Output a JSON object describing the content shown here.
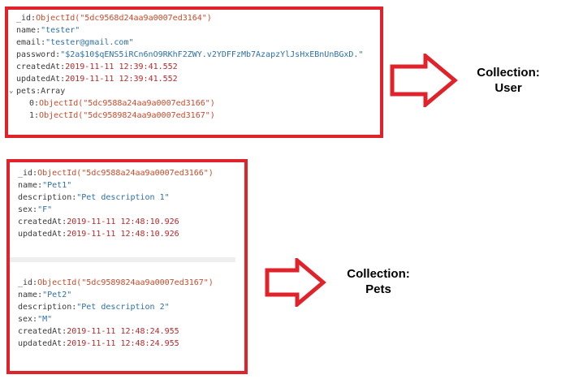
{
  "user_doc": {
    "id_key": "_id:",
    "id_val": "ObjectId(\"5dc9568d24aa9a0007ed3164\")",
    "name_key": "name:",
    "name_val": "\"tester\"",
    "email_key": "email:",
    "email_val": "\"tester@gmail.com\"",
    "password_key": "password:",
    "password_val": "\"$2a$10$qENS5iRCn6nO9RKhF2ZWY.v2YDFFzMb7AzapzYlJsHxEBnUnBGxD.\"",
    "createdAt_key": "createdAt:",
    "createdAt_val": "2019-11-11 12:39:41.552",
    "updatedAt_key": "updatedAt:",
    "updatedAt_val": "2019-11-11 12:39:41.552",
    "pets_key": "pets:",
    "pets_type": "Array",
    "pets": [
      {
        "index": "0:",
        "value": "ObjectId(\"5dc9588a24aa9a0007ed3166\")"
      },
      {
        "index": "1:",
        "value": "ObjectId(\"5dc9589824aa9a0007ed3167\")"
      }
    ]
  },
  "pet_docs": [
    {
      "id_key": "_id:",
      "id_val": "ObjectId(\"5dc9588a24aa9a0007ed3166\")",
      "name_key": "name:",
      "name_val": "\"Pet1\"",
      "description_key": "description:",
      "description_val": "\"Pet description 1\"",
      "sex_key": "sex:",
      "sex_val": "\"F\"",
      "createdAt_key": "createdAt:",
      "createdAt_val": "2019-11-11 12:48:10.926",
      "updatedAt_key": "updatedAt:",
      "updatedAt_val": "2019-11-11 12:48:10.926"
    },
    {
      "id_key": "_id:",
      "id_val": "ObjectId(\"5dc9589824aa9a0007ed3167\")",
      "name_key": "name:",
      "name_val": "\"Pet2\"",
      "description_key": "description:",
      "description_val": "\"Pet description 2\"",
      "sex_key": "sex:",
      "sex_val": "\"M\"",
      "createdAt_key": "createdAt:",
      "createdAt_val": "2019-11-11 12:48:24.955",
      "updatedAt_key": "updatedAt:",
      "updatedAt_val": "2019-11-11 12:48:24.955"
    }
  ],
  "labels": {
    "user_line1": "Collection:",
    "user_line2": "User",
    "pets_line1": "Collection:",
    "pets_line2": "Pets"
  },
  "colors": {
    "frame": "#e0222b",
    "object_id": "#c84a2b",
    "string": "#2e6fa8",
    "date": "#b3292c",
    "key": "#3b3b3b"
  },
  "icons": {
    "expand": "chevron-down-icon",
    "arrow": "right-arrow-icon"
  }
}
